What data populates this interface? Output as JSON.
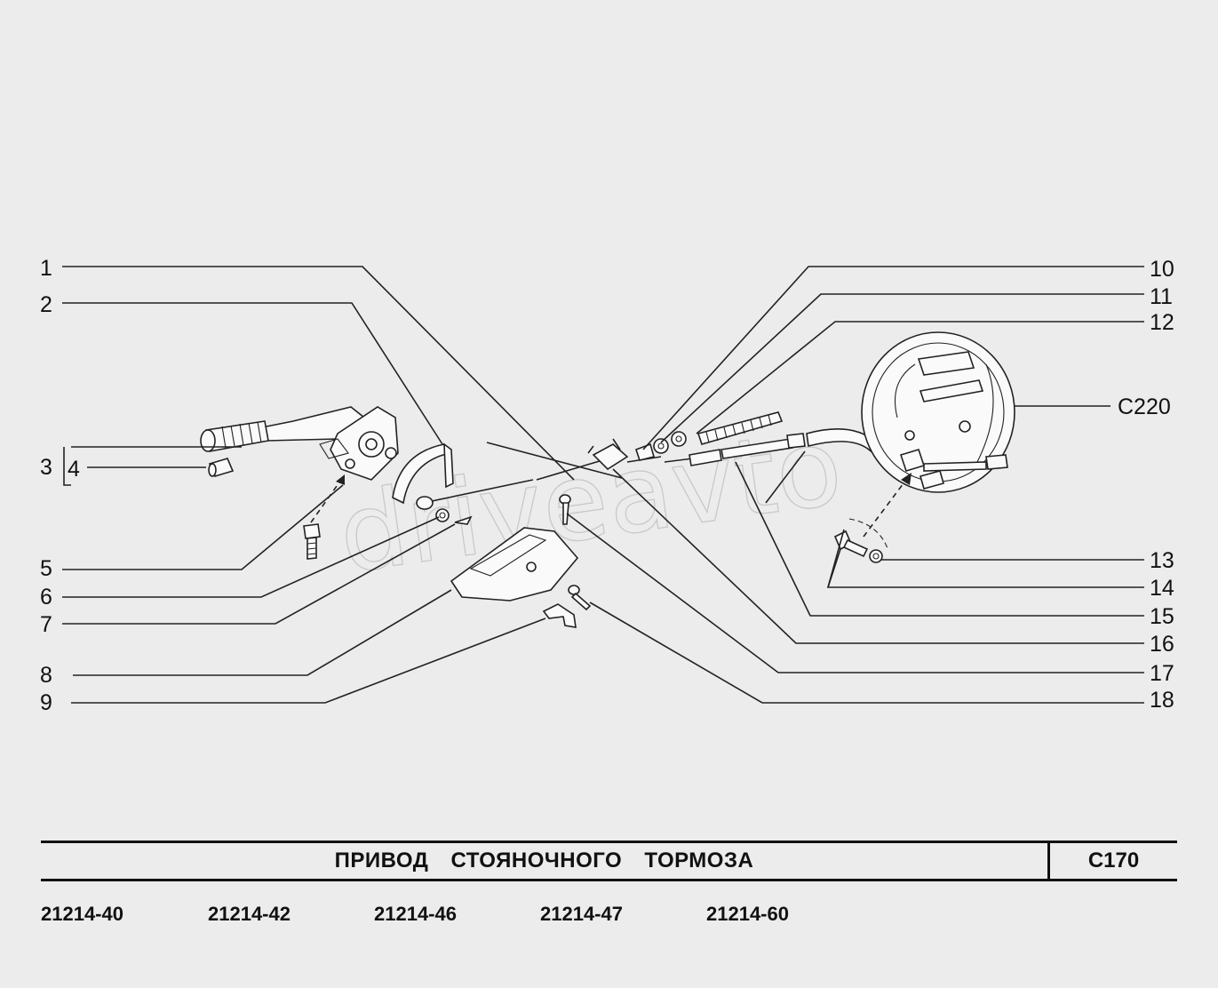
{
  "watermark": "driveavto",
  "callouts": {
    "c1": "1",
    "c2": "2",
    "c3": "3",
    "c4": "4",
    "c5": "5",
    "c6": "6",
    "c7": "7",
    "c8": "8",
    "c9": "9",
    "c10": "10",
    "c11": "11",
    "c12": "12",
    "c13": "13",
    "c14": "14",
    "c15": "15",
    "c16": "16",
    "c17": "17",
    "c18": "18",
    "c220": "C220"
  },
  "footer": {
    "title": "ПРИВОД  СТОЯНОЧНОГО  ТОРМОЗА",
    "code": "C170",
    "models": [
      "21214-40",
      "21214-42",
      "21214-46",
      "21214-47",
      "21214-60"
    ]
  }
}
